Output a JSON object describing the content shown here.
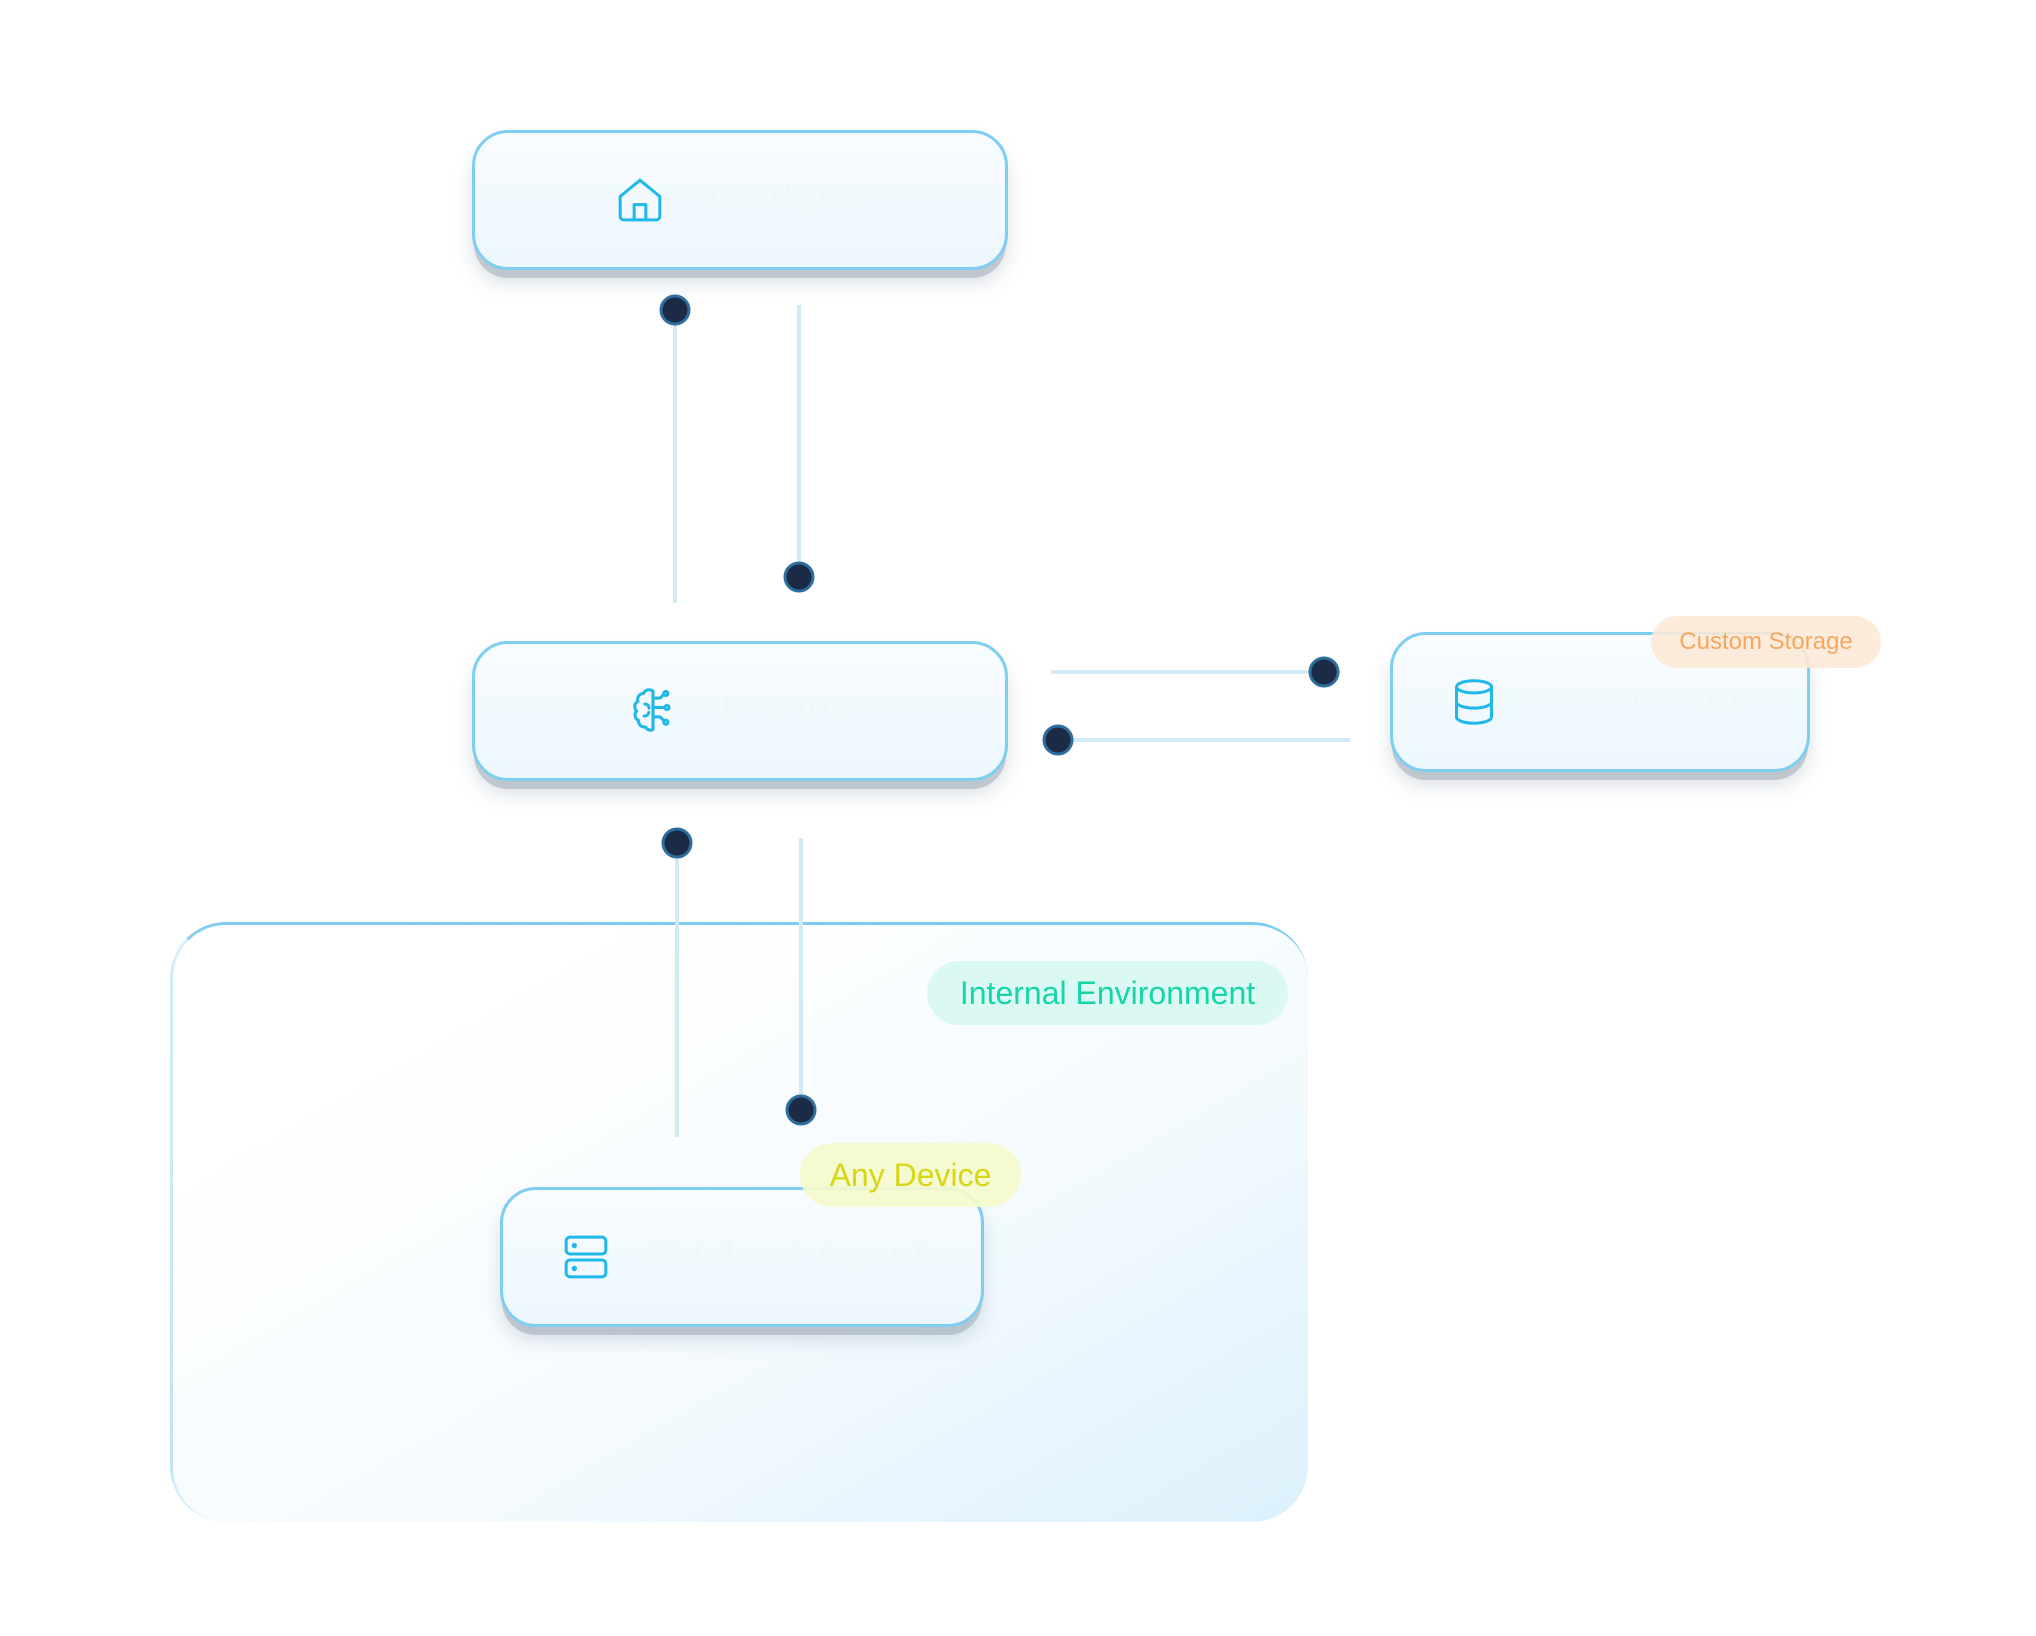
{
  "diagram": {
    "nodes": [
      {
        "id": "platform",
        "label": "Platform",
        "icon": "home-icon"
      },
      {
        "id": "engine",
        "label": "Engine",
        "icon": "brain-circuit-icon"
      },
      {
        "id": "storage",
        "label": "S3 Storage",
        "icon": "database-icon"
      },
      {
        "id": "agent",
        "label": "Trickest Agent",
        "icon": "server-icon"
      }
    ],
    "tags": {
      "custom_storage": "Custom Storage",
      "internal_environment": "Internal Environment",
      "any_device": "Any Device"
    },
    "edges": [
      {
        "from": "platform",
        "to": "engine"
      },
      {
        "from": "engine",
        "to": "platform"
      },
      {
        "from": "engine",
        "to": "storage"
      },
      {
        "from": "storage",
        "to": "engine"
      },
      {
        "from": "engine",
        "to": "agent"
      },
      {
        "from": "agent",
        "to": "engine"
      }
    ]
  },
  "colors": {
    "accent": "#1fb8e8",
    "node_border": "#7fcdf0",
    "wire": "#d2e9f6",
    "port": "#1b2b45",
    "env_tag_text": "#17d5a9",
    "device_tag_text": "#d7d617",
    "storage_tag_text": "#f2a860"
  }
}
